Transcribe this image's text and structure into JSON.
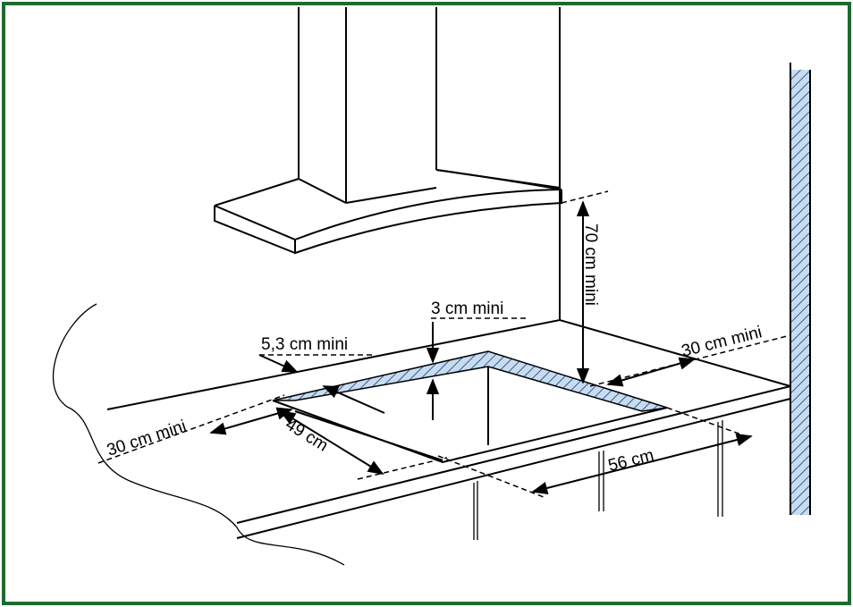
{
  "labels": {
    "hood_height": "70 cm mini",
    "edge_clearance": "3 cm mini",
    "front_clearance": "5,3 cm mini",
    "side_left": "30 cm mini",
    "side_right": "30 cm mini",
    "cutout_depth": "49 cm",
    "cutout_width": "56 cm"
  },
  "colors": {
    "frame": "#1e6b2e",
    "hatch": "#c7dcf0",
    "line": "#000000"
  }
}
